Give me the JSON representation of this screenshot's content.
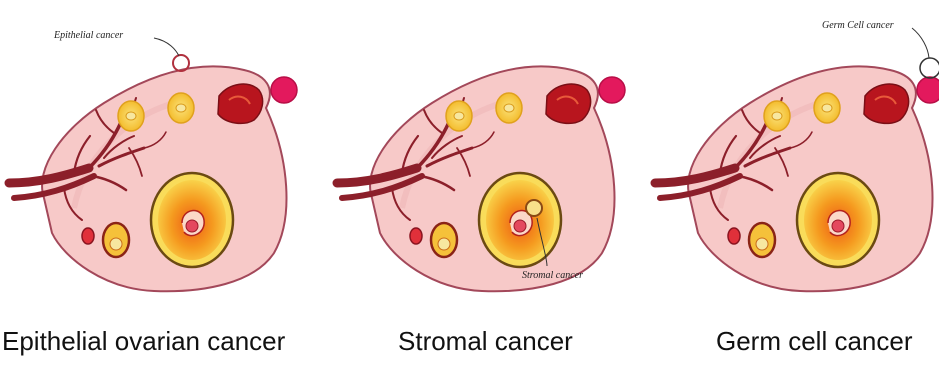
{
  "panels": [
    {
      "caption": "Epithelial ovarian cancer",
      "callout": "Epithelial cancer"
    },
    {
      "caption": "Stromal cancer",
      "callout": "Stromal cancer"
    },
    {
      "caption": "Germ cell cancer",
      "callout": "Germ Cell cancer"
    }
  ],
  "colors": {
    "ovary_fill": "#f7c9c8",
    "ovary_outline": "#a3485a",
    "vessel": "#8c1f2a",
    "follicle_yellow": "#f7d44a",
    "follicle_orange": "#f08a1a",
    "corpus_red": "#b8151e",
    "egg_magenta": "#e3195d"
  }
}
